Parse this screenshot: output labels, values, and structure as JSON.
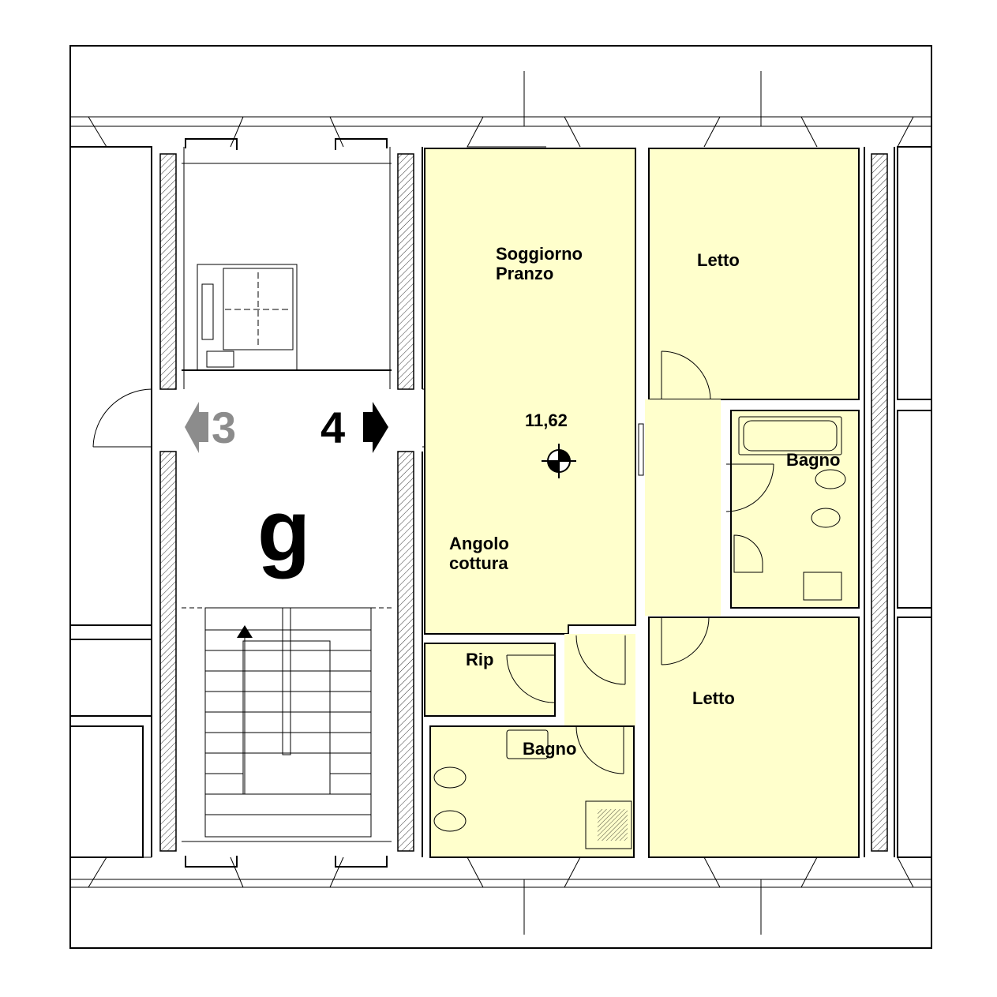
{
  "colors": {
    "apartment_fill": "#ffffcc",
    "line": "#000000",
    "muted_arrow": "#8c8c8c",
    "background": "#ffffff"
  },
  "labels": {
    "living": [
      "Soggiorno",
      "Pranzo"
    ],
    "bedroom_top": "Letto",
    "bathroom_right": "Bagno",
    "area_value": "11,62",
    "kitchen": [
      "Angolo",
      "cottura"
    ],
    "storage": "Rip",
    "bathroom_bottom": "Bagno",
    "bedroom_bottom": "Letto",
    "stair_code": "g",
    "apartment_left": "3",
    "apartment_right": "4"
  },
  "icons": {
    "elevation_marker": "level-marker-icon",
    "arrow_left": "arrow-left-icon",
    "arrow_right": "arrow-right-icon",
    "stair_direction": "arrow-up-icon"
  }
}
